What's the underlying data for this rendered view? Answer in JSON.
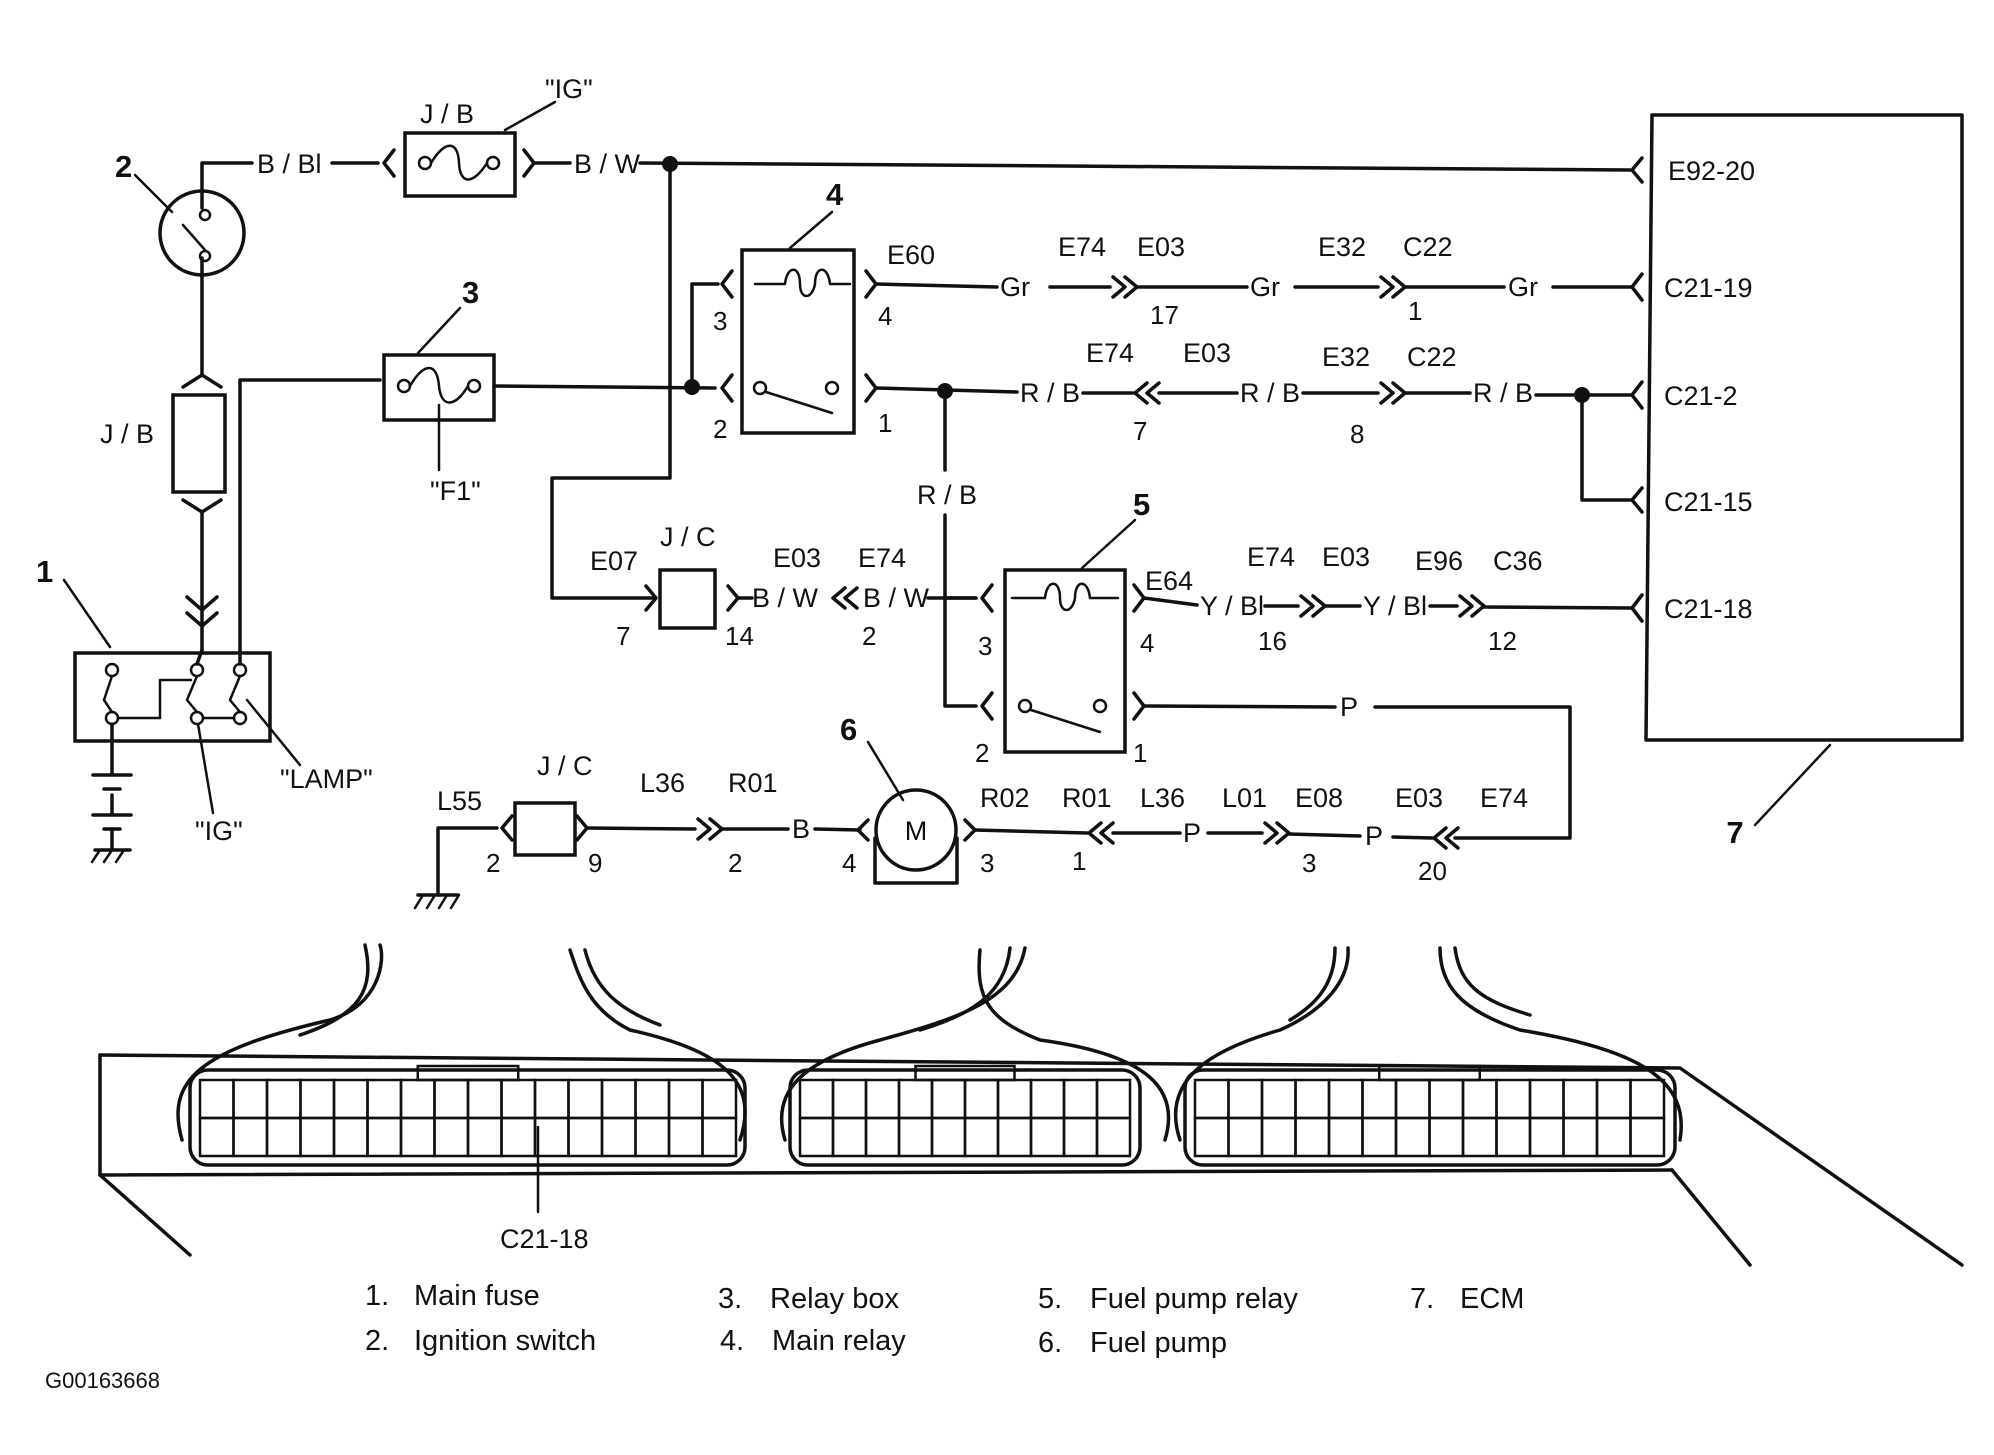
{
  "components": [
    {
      "id": "1",
      "name": "Main fuse"
    },
    {
      "id": "2",
      "name": "Ignition switch"
    },
    {
      "id": "3",
      "name": "Relay box"
    },
    {
      "id": "4",
      "name": "Main relay"
    },
    {
      "id": "5",
      "name": "Fuel pump relay"
    },
    {
      "id": "6",
      "name": "Fuel pump"
    },
    {
      "id": "7",
      "name": "ECM"
    }
  ],
  "legend": [
    {
      "num": "1.",
      "name": "Main fuse"
    },
    {
      "num": "2.",
      "name": "Ignition switch"
    },
    {
      "num": "3.",
      "name": "Relay box"
    },
    {
      "num": "4.",
      "name": "Main relay"
    },
    {
      "num": "5.",
      "name": "Fuel pump relay"
    },
    {
      "num": "6.",
      "name": "Fuel pump"
    },
    {
      "num": "7.",
      "name": "ECM"
    }
  ],
  "ecm_terminals": [
    "E92-20",
    "C21-19",
    "C21-2",
    "C21-15",
    "C21-18"
  ],
  "callouts": {
    "ig_fuse": "\"IG\"",
    "ig_main_fuse": "\"IG\"",
    "lamp": "\"LAMP\"",
    "f1": "\"F1\"",
    "jb_top": "J / B",
    "jb_left": "J / B",
    "jc_upper": "J / C",
    "jc_lower": "J / C",
    "connector_pointer": "C21-18",
    "motor_symbol": "M"
  },
  "wire_colors": {
    "b_bl": "B / Bl",
    "b_w_top": "B / W",
    "gr_1": "Gr",
    "gr_2": "Gr",
    "gr_3": "Gr",
    "r_b_1": "R / B",
    "r_b_2": "R / B",
    "r_b_3": "R / B",
    "r_b_vertical": "R / B",
    "b_w_jc": "B / W",
    "b_w_relay5": "B / W",
    "y_bl_1": "Y / Bl",
    "y_bl_2": "Y / Bl",
    "p_top": "P",
    "p_1": "P",
    "p_2": "P",
    "b_pump": "B"
  },
  "connectors": {
    "e60": "E60",
    "e74_a": "E74",
    "e03_a": "E03",
    "e32_a": "E32",
    "c22_a": "C22",
    "e74_b": "E74",
    "e03_b": "E03",
    "e32_b": "E32",
    "c22_b": "C22",
    "e07": "E07",
    "e03_c": "E03",
    "e74_c": "E74",
    "e64": "E64",
    "e74_d": "E74",
    "e03_d": "E03",
    "e96": "E96",
    "c36": "C36",
    "l55": "L55",
    "l36_a": "L36",
    "r01_a": "R01",
    "r02": "R02",
    "r01_b": "R01",
    "l36_b": "L36",
    "l01": "L01",
    "e08": "E08",
    "e03_e": "E03",
    "e74_e": "E74"
  },
  "pins": {
    "mr_3": "3",
    "mr_4": "4",
    "mr_2": "2",
    "mr_1": "1",
    "p17": "17",
    "p1_gr": "1",
    "p7": "7",
    "p8": "8",
    "jc_7": "7",
    "jc_14": "14",
    "p2_bw": "2",
    "fr_3": "3",
    "fr_4": "4",
    "fr_2": "2",
    "fr_1": "1",
    "p16": "16",
    "p12": "12",
    "jc2_2": "2",
    "jc2_9": "9",
    "p2_l36": "2",
    "m_4": "4",
    "m_3": "3",
    "p1_r01": "1",
    "p3_e08": "3",
    "p20": "20"
  },
  "figure_id": "G00163668"
}
